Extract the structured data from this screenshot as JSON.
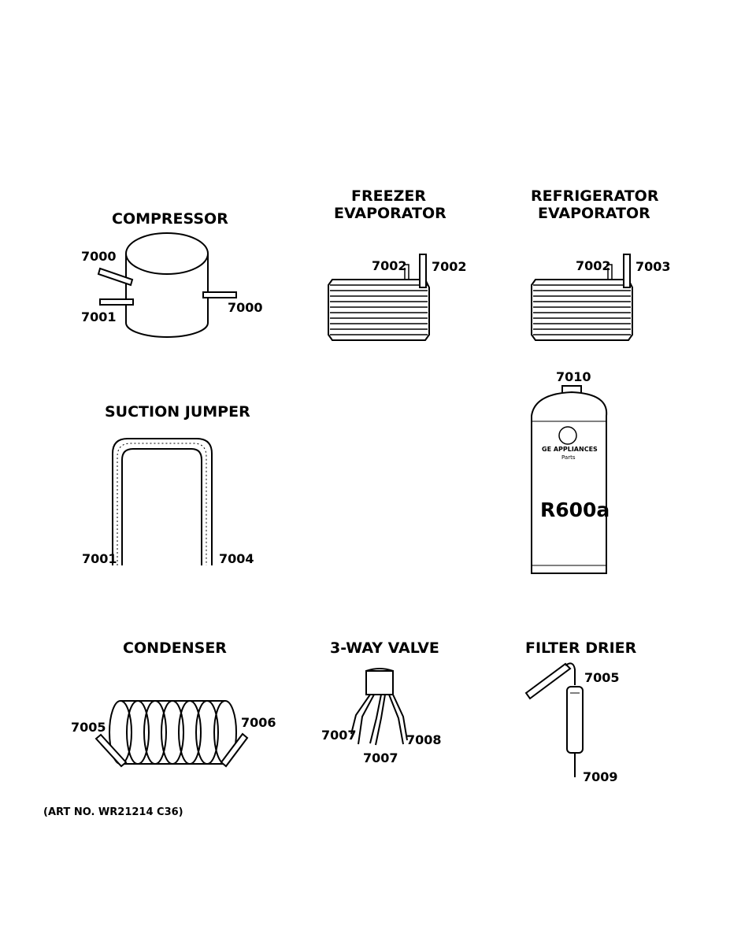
{
  "sections": {
    "compressor": {
      "title": "COMPRESSOR",
      "labels": [
        "7000",
        "7001",
        "7000"
      ]
    },
    "freezer_evaporator": {
      "title_line1": "FREEZER",
      "title_line2": "EVAPORATOR",
      "labels": [
        "7002",
        "7002"
      ]
    },
    "refrigerator_evaporator": {
      "title_line1": "REFRIGERATOR",
      "title_line2": "EVAPORATOR",
      "labels": [
        "7002",
        "7003"
      ]
    },
    "suction_jumper": {
      "title": "SUCTION JUMPER",
      "labels": [
        "7001",
        "7004"
      ]
    },
    "refrigerant_can": {
      "label": "7010",
      "brand": "GE APPLIANCES",
      "sub": "Parts",
      "gas": "R600a"
    },
    "condenser": {
      "title": "CONDENSER",
      "labels": [
        "7005",
        "7006"
      ]
    },
    "three_way_valve": {
      "title": "3-WAY VALVE",
      "labels": [
        "7007",
        "7007",
        "7008"
      ]
    },
    "filter_drier": {
      "title": "FILTER DRIER",
      "labels": [
        "7005",
        "7009"
      ]
    }
  },
  "art_number": "(ART NO. WR21214 C36)"
}
